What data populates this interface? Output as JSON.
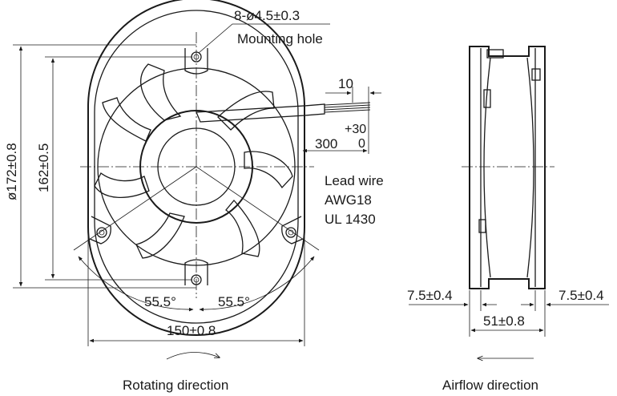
{
  "front_view": {
    "mounting_hole_spec": "8-ø4.5±0.3",
    "mounting_hole_label": "Mounting hole",
    "outer_diameter": "ø172±0.8",
    "hole_pitch_vertical": "162±0.5",
    "width_across": "150±0.8",
    "angle_left": "55.5°",
    "angle_right": "55.5°",
    "lead_strip_length": "10",
    "lead_length": "300",
    "lead_tol_plus": "+30",
    "lead_tol_minus": "0",
    "lead_wire_title": "Lead wire",
    "lead_wire_gauge": "AWG18",
    "lead_wire_standard": "UL 1430",
    "caption": "Rotating direction"
  },
  "side_view": {
    "flange_left": "7.5±0.4",
    "flange_right": "7.5±0.4",
    "depth": "51±0.8",
    "caption": "Airflow direction"
  }
}
